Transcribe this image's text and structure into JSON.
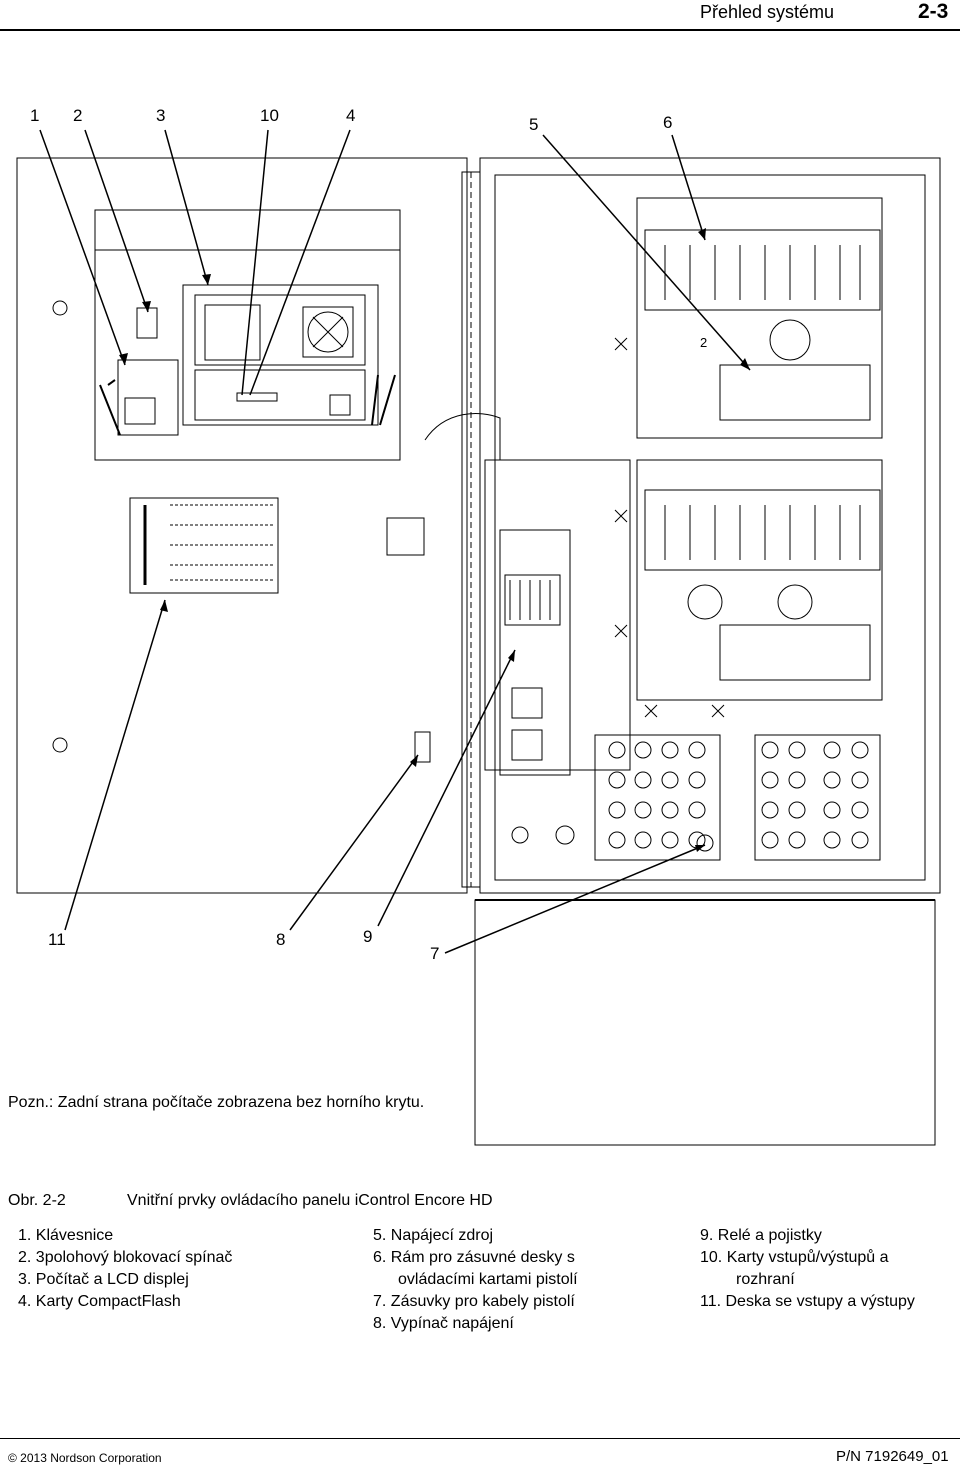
{
  "header": {
    "title": "Přehled systému",
    "page_number": "2-3"
  },
  "figure": {
    "callouts": [
      "1",
      "2",
      "3",
      "10",
      "4",
      "5",
      "6",
      "11",
      "8",
      "9",
      "7"
    ],
    "module_label": "2"
  },
  "note": "Pozn.: Zadní strana počítače zobrazena bez horního krytu.",
  "caption": {
    "label": "Obr. 2-2",
    "text": "Vnitřní prvky ovládacího panelu iControl Encore HD"
  },
  "legend": {
    "col1": [
      "1. Klávesnice",
      "2. 3polohový blokovací spínač",
      "3. Počítač a LCD displej",
      "4. Karty CompactFlash"
    ],
    "col2": [
      "5. Napájecí zdroj",
      "6. Rám pro zásuvné desky s",
      "ovládacími kartami pistolí",
      "7. Zásuvky pro kabely pistolí",
      "8. Vypínač napájení"
    ],
    "col3": [
      "9. Relé a pojistky",
      "10. Karty vstupů/výstupů a",
      "rozhraní",
      "11. Deska se vstupy a výstupy"
    ]
  },
  "footer": {
    "copyright": "© 2013 Nordson Corporation",
    "part_number": "P/N 7192649_01"
  }
}
